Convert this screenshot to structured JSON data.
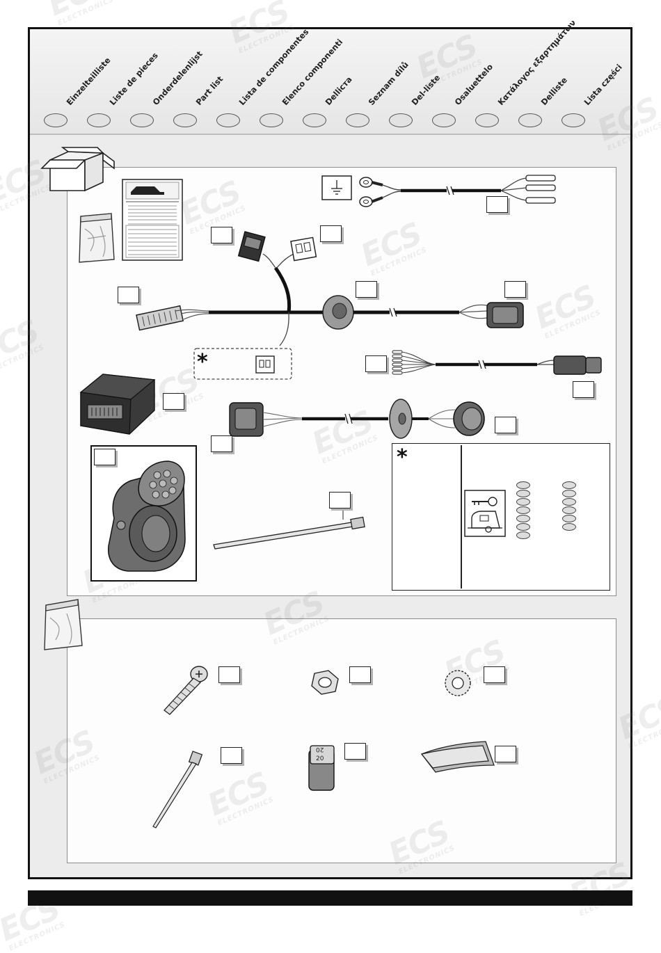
{
  "parts_list_header": {
    "languages": [
      "Einzelteilliste",
      "Liste de pieces",
      "Onderdelenlijst",
      "Part list",
      "Lista de componentes",
      "Elenco componenti",
      "Delliста",
      "Seznam dílů",
      "Del-liste",
      "Osaluettelo",
      "Κατάλογος εξαρτημάτων",
      "Delliste",
      "Lista części"
    ]
  },
  "watermark": {
    "brand": "ECS",
    "sub": "ELECTRONICS"
  },
  "labels": {
    "asterisk": "*",
    "fuse_top": "20",
    "fuse_bottom": "20"
  },
  "icons": [
    "box-icon",
    "bag-icon",
    "instruction-sheet-icon",
    "ground-symbol-icon",
    "key-icon",
    "caravan-icon"
  ]
}
